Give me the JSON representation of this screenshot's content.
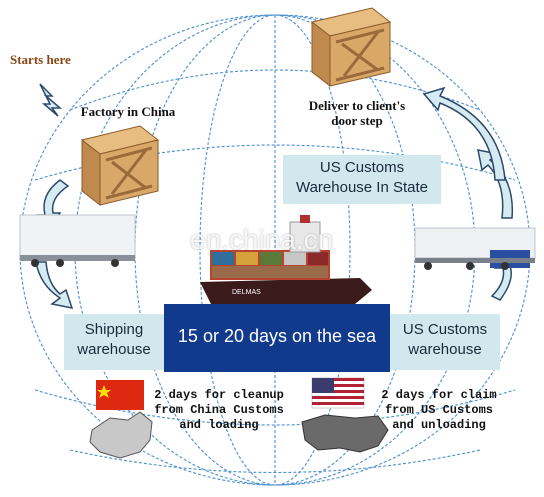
{
  "labels": {
    "starts_here": "Starts here",
    "factory": "Factory in China",
    "deliver_line1": "Deliver to client's",
    "deliver_line2": "door step",
    "us_customs_state_line1": "US Customs",
    "us_customs_state_line2": "Warehouse In State",
    "shipping_line1": "Shipping",
    "shipping_line2": "warehouse",
    "sea": "15 or 20 days on the sea",
    "us_customs_line1": "US Customs",
    "us_customs_line2": "warehouse",
    "china_note_line1": "2 days for cleanup",
    "china_note_line2": "from  China Customs",
    "china_note_line3": "and loading",
    "us_note_line1": "2 days for claim",
    "us_note_line2": "from  US Customs",
    "us_note_line3": "and unloading",
    "watermark": "en.china.cn",
    "ship_name": "DELMAS"
  },
  "colors": {
    "box_fill": "#d2e8ef",
    "sea_fill": "#123a8c",
    "arrow_fill": "#d6eaf2",
    "globe_lines": "#4a8fd0",
    "crate": "#d9a868"
  }
}
